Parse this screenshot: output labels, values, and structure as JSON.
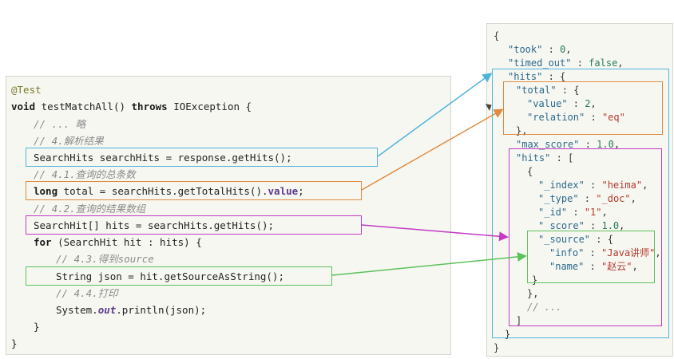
{
  "code": {
    "annotation": "@Test",
    "method_keyword": "void",
    "method_sig": " testMatchAll() ",
    "throws_keyword": "throws",
    "exception": " IOException {",
    "comment_omit": "// ... 略",
    "comment_parse": "// 4.解析结果",
    "line_gethits": "SearchHits searchHits = response.getHits();",
    "comment_total": "// 4.1.查询的总条数",
    "long_keyword": "long",
    "line_total_mid": " total = searchHits.getTotalHits().",
    "value_field": "value",
    "semicolon": ";",
    "comment_array": "// 4.2.查询的结果数组",
    "line_hits_array": "SearchHit[] hits = searchHits.getHits();",
    "for_keyword": "for",
    "for_rest": " (SearchHit hit : hits) {",
    "comment_source": "// 4.3.得到source",
    "line_json": "String json = hit.getSourceAsString();",
    "comment_print": "// 4.4.打印",
    "print_pre": "System.",
    "print_out": "out",
    "print_post": ".println(json);",
    "close_for": "}",
    "close_method": "}"
  },
  "json": {
    "open_root": "{",
    "took_key": "\"took\"",
    "took_val": "0",
    "timed_out_key": "\"timed_out\"",
    "timed_out_val": "false",
    "hits_key": "\"hits\"",
    "total_key": "\"total\"",
    "value_key": "\"value\"",
    "value_val": "2",
    "relation_key": "\"relation\"",
    "relation_val": "\"eq\"",
    "close_total": "},",
    "max_score_key": "\"max_score\"",
    "max_score_val": "1.0",
    "inner_hits_key": "\"hits\"",
    "open_array": "[",
    "open_doc": "{",
    "index_key": "\"_index\"",
    "index_val": "\"heima\"",
    "type_key": "\"_type\"",
    "type_val": "\"_doc\"",
    "id_key": "\"_id\"",
    "id_val": "\"1\"",
    "score_key": "\"_score\"",
    "score_val": "1.0",
    "source_key": "\"_source\"",
    "info_key": "\"info\"",
    "info_val": "\"Java讲师\"",
    "name_key": "\"name\"",
    "name_val": "\"赵云\"",
    "close_source": "}",
    "close_doc": "},",
    "ellipsis": "// ...",
    "close_array": "]",
    "close_hits": "}",
    "close_root": "}"
  },
  "colors": {
    "blue": "#4fb4dc",
    "orange": "#e08b3f",
    "magenta": "#c23bc2",
    "green": "#5cc25a"
  }
}
